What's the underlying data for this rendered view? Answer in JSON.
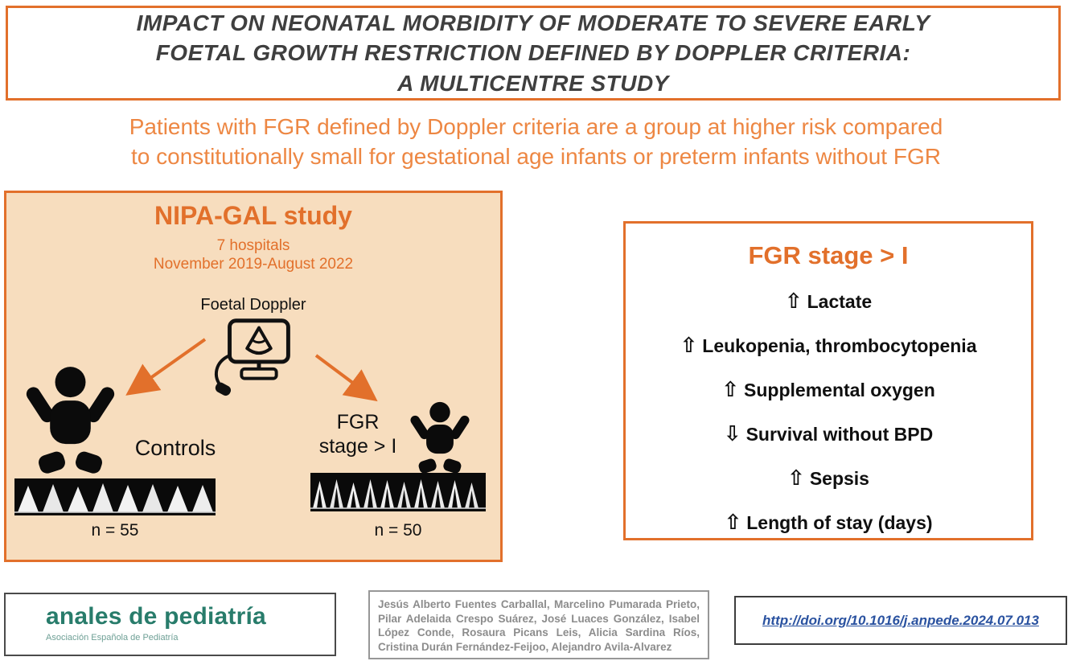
{
  "title": {
    "line1": "IMPACT ON NEONATAL MORBIDITY OF MODERATE TO SEVERE EARLY",
    "line2": "FOETAL GROWTH RESTRICTION DEFINED BY DOPPLER CRITERIA:",
    "line3": "A MULTICENTRE STUDY"
  },
  "subtitle": {
    "line1": "Patients with FGR defined by Doppler criteria are a group at higher risk compared",
    "line2": "to constitutionally small for gestational age infants or preterm infants without FGR"
  },
  "study_panel": {
    "title": "NIPA-GAL study",
    "hospitals": "7 hospitals",
    "period": "November 2019-August 2022",
    "doppler_label": "Foetal Doppler",
    "controls": {
      "label": "Controls",
      "n": "n = 55"
    },
    "fgr": {
      "line1": "FGR",
      "line2": "stage > I",
      "n": "n = 50"
    }
  },
  "results_panel": {
    "title": "FGR stage > I",
    "items": [
      {
        "direction": "up",
        "arrow": "⇧",
        "label": "Lactate"
      },
      {
        "direction": "up",
        "arrow": "⇧",
        "label": "Leukopenia, thrombocytopenia"
      },
      {
        "direction": "up",
        "arrow": "⇧",
        "label": "Supplemental oxygen"
      },
      {
        "direction": "down",
        "arrow": "⇩",
        "label": "Survival without BPD"
      },
      {
        "direction": "up",
        "arrow": "⇧",
        "label": "Sepsis"
      },
      {
        "direction": "up",
        "arrow": "⇧",
        "label": "Length of stay (days)"
      }
    ]
  },
  "footer": {
    "journal": {
      "name": "anales de pediatría",
      "subtitle": "Asociación Española de Pediatría"
    },
    "authors": "Jesús Alberto Fuentes Carballal, Marcelino Pumarada Prieto, Pilar Adelaida Crespo Suárez, José Luaces González, Isabel López Conde, Rosaura Picans Leis, Alicia Sardina Ríos, Cristina Durán Fernández-Feijoo, Alejandro Avila-Alvarez",
    "doi": "http://doi.org/10.1016/j.anpede.2024.07.013"
  },
  "icons": {
    "ultrasound_machine": "ultrasound-machine-icon",
    "baby": "baby-icon",
    "up_arrow_glyph": "⇧",
    "down_arrow_glyph": "⇩"
  },
  "colors": {
    "accent_orange": "#E2702B",
    "subtitle_orange": "#ED8743",
    "panel_fill": "#F7DDBE",
    "title_text": "#3F3F3F",
    "journal_teal": "#287C6B",
    "link_blue": "#2A52A0",
    "authors_gray": "#8C8C8C"
  }
}
